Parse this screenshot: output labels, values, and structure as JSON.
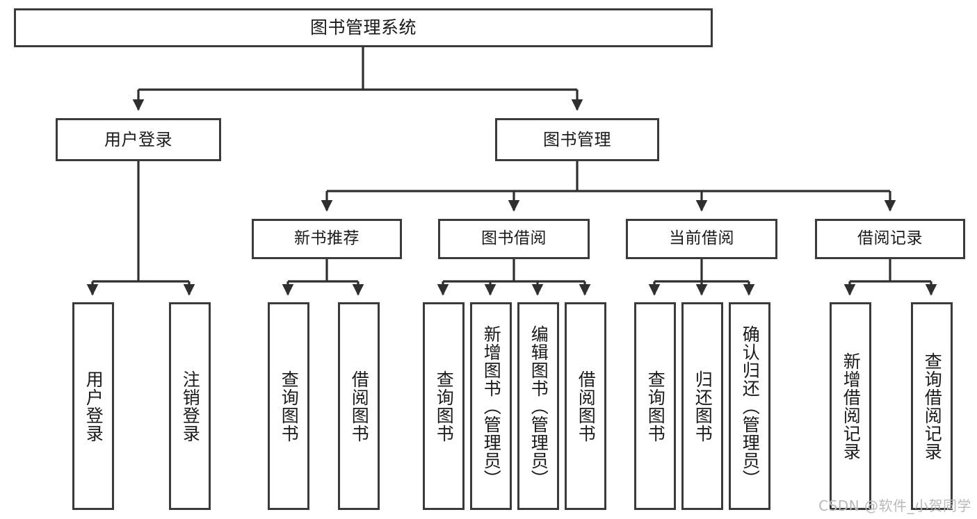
{
  "diagram": {
    "type": "tree",
    "title": "图书管理系统",
    "watermark": "CSDN @软件_小贺同学",
    "colors": {
      "box_border": "#3a3a3a",
      "box_fill": "#ffffff",
      "edge": "#2f2f2f",
      "text": "#1a1a1a",
      "watermark": "#b9b9b9",
      "background": "#ffffff"
    },
    "levels": {
      "root": {
        "label": "图书管理系统"
      },
      "level2": [
        {
          "id": "user-login",
          "label": "用户登录"
        },
        {
          "id": "book-manage",
          "label": "图书管理"
        }
      ],
      "level3": [
        {
          "id": "new-book-recommend",
          "label": "新书推荐",
          "parent": "book-manage"
        },
        {
          "id": "book-borrow",
          "label": "图书借阅",
          "parent": "book-manage"
        },
        {
          "id": "current-borrow",
          "label": "当前借阅",
          "parent": "book-manage"
        },
        {
          "id": "borrow-record",
          "label": "借阅记录",
          "parent": "book-manage"
        }
      ],
      "leaves": [
        {
          "id": "leaf-user-login",
          "label": "用户登录",
          "parent": "user-login"
        },
        {
          "id": "leaf-user-logout",
          "label": "注销登录",
          "parent": "user-login"
        },
        {
          "id": "leaf-rec-query-book",
          "label": "查询图书",
          "parent": "new-book-recommend"
        },
        {
          "id": "leaf-rec-borrow-book",
          "label": "借阅图书",
          "parent": "new-book-recommend"
        },
        {
          "id": "leaf-borrow-query-book",
          "label": "查询图书",
          "parent": "book-borrow"
        },
        {
          "id": "leaf-borrow-add-book",
          "label": "新增图书（管理员）",
          "parent": "book-borrow"
        },
        {
          "id": "leaf-borrow-edit-book",
          "label": "编辑图书（管理员）",
          "parent": "book-borrow"
        },
        {
          "id": "leaf-borrow-borrow-book",
          "label": "借阅图书",
          "parent": "book-borrow"
        },
        {
          "id": "leaf-cur-query-book",
          "label": "查询图书",
          "parent": "current-borrow"
        },
        {
          "id": "leaf-cur-return-book",
          "label": "归还图书",
          "parent": "current-borrow"
        },
        {
          "id": "leaf-cur-confirm-return",
          "label": "确认归还（管理员）",
          "parent": "current-borrow"
        },
        {
          "id": "leaf-rec-add-record",
          "label": "新增借阅记录",
          "parent": "borrow-record"
        },
        {
          "id": "leaf-rec-query-record",
          "label": "查询借阅记录",
          "parent": "borrow-record"
        }
      ]
    }
  }
}
